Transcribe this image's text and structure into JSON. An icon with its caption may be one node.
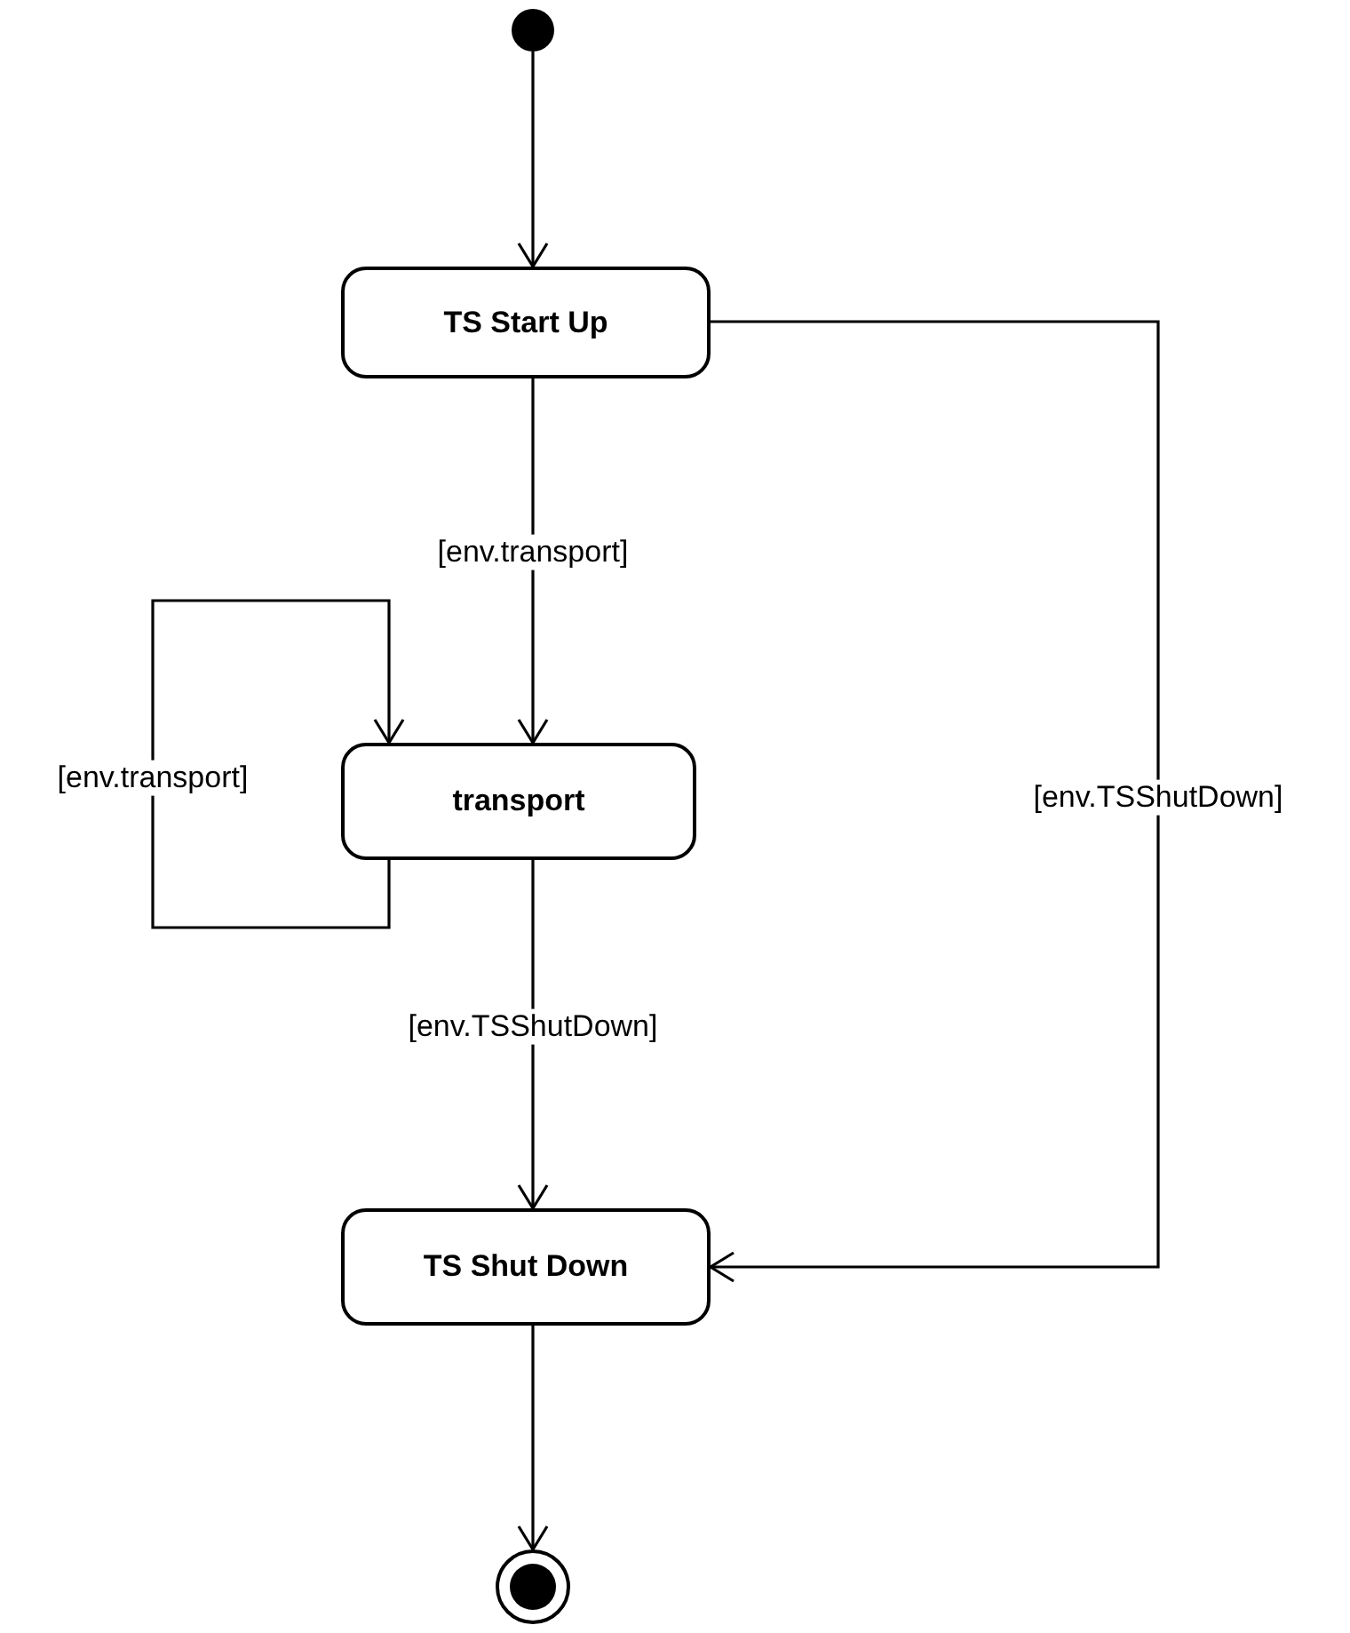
{
  "diagram": {
    "nodes": [
      {
        "text": [],
        "shape": "circle"
      },
      {
        "text": [
          "TS Start Up"
        ]
      },
      {
        "text": [
          "transport"
        ]
      },
      {
        "text": [
          "TS Shut Down"
        ]
      },
      {
        "text": [],
        "shape": "circle"
      }
    ],
    "edges": [
      {
        "from": 0,
        "to": 1,
        "arrow": "to"
      },
      {
        "from": 1,
        "to": 2,
        "arrow": "to",
        "label": "[env.transport]"
      },
      {
        "from": 2,
        "to": 2,
        "arrow": "to",
        "label": "[env.transport]"
      },
      {
        "from": 2,
        "to": 3,
        "arrow": "to",
        "label": "[env.TSShutDown]"
      },
      {
        "from": 1,
        "to": 3,
        "arrow": "to",
        "label": "[env.TSShutDown]"
      },
      {
        "from": 3,
        "to": 4,
        "arrow": "to"
      }
    ]
  }
}
